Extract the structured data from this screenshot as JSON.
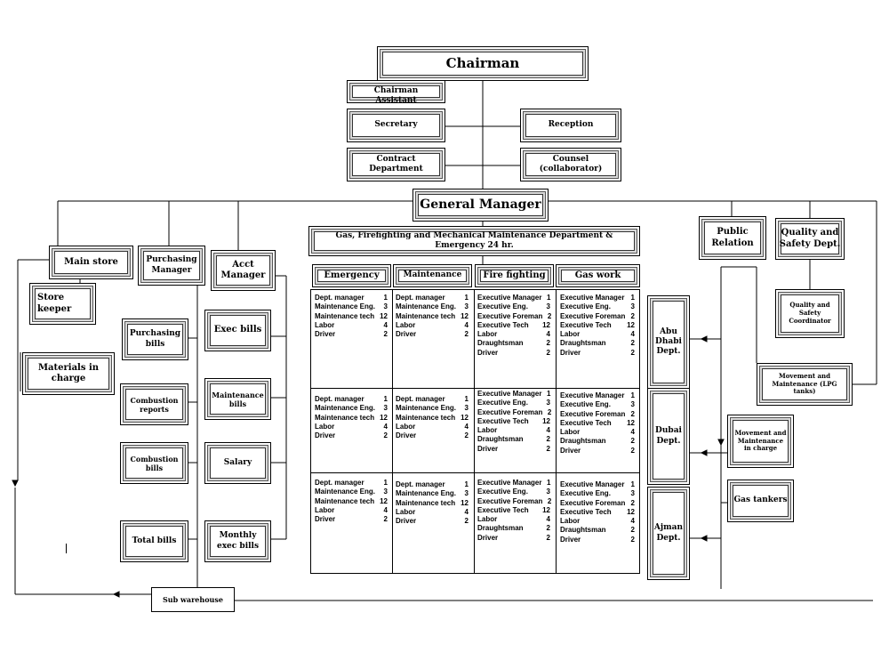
{
  "chart": {
    "chairman": "Chairman",
    "chairman_assistant": "Chairman Assistant",
    "secretary": "Secretary",
    "reception": "Reception",
    "contract_department": "Contract Department",
    "counsel": "Counsel (collaborator)",
    "general_manager": "General Manager",
    "department_title": "Gas, Firefighting and Mechanical Maintenance Department & Emergency 24 hr.",
    "public_relation": "Public Relation",
    "quality_safety_dept": "Quality and Safety Dept.",
    "quality_safety_coordinator": "Quality and Safety Coordinator",
    "movement_lpg": "Movement and Maintenance (LPG tanks)",
    "movement_in_charge": "Movement and Maintenance in charge",
    "gas_tankers": "Gas tankers",
    "main_store": "Main store",
    "store_keeper": "Store keeper",
    "purchasing_manager": "Purchasing Manager",
    "acct_manager": "Acct Manager",
    "materials_in_charge": "Materials in charge",
    "purchasing_bills": "Purchasing bills",
    "combustion_reports": "Combustion reports",
    "combustion_bills": "Combustion bills",
    "total_bills": "Total bills",
    "exec_bills": "Exec bills",
    "maintenance_bills": "Maintenance bills",
    "salary": "Salary",
    "monthly_exec_bills": "Monthly exec bills",
    "sub_warehouse": "Sub warehouse",
    "branch_abu_dhabi": "Abu Dhabi Dept.",
    "branch_dubai": "Dubai Dept.",
    "branch_ajman": "Ajman Dept.",
    "col_emergency": "Emergency",
    "col_maintenance": "Maintenance",
    "col_fire": "Fire fighting",
    "col_gas": "Gas work"
  },
  "staff": {
    "r1": {
      "emergency": [
        [
          "Dept. manager",
          "1"
        ],
        [
          "Maintenance Eng.",
          "3"
        ],
        [
          "Maintenance tech",
          "12"
        ],
        [
          "Labor",
          "4"
        ],
        [
          "Driver",
          "2"
        ]
      ],
      "maintenance": [
        [
          "Dept. manager",
          "1"
        ],
        [
          "Maintenance Eng.",
          "3"
        ],
        [
          "Maintenance tech",
          "12"
        ],
        [
          "Labor",
          "4"
        ],
        [
          "Driver",
          "2"
        ]
      ],
      "fire": [
        [
          "Executive Manager",
          "1"
        ],
        [
          "Executive Eng.",
          "3"
        ],
        [
          "Executive Foreman",
          "2"
        ],
        [
          "Executive Tech",
          "12"
        ],
        [
          "Labor",
          "4"
        ],
        [
          "Draughtsman",
          "2"
        ],
        [
          "Driver",
          "2"
        ]
      ],
      "gas": [
        [
          "Executive Manager",
          "1"
        ],
        [
          "Executive Eng.",
          "3"
        ],
        [
          "Executive Foreman",
          "2"
        ],
        [
          "Executive Tech",
          "12"
        ],
        [
          "Labor",
          "4"
        ],
        [
          "Draughtsman",
          "2"
        ],
        [
          "Driver",
          "2"
        ]
      ]
    },
    "r2": {
      "emergency": [
        [
          "Dept. manager",
          "1"
        ],
        [
          "Maintenance Eng.",
          "3"
        ],
        [
          "Maintenance tech",
          "12"
        ],
        [
          "Labor",
          "4"
        ],
        [
          "Driver",
          "2"
        ]
      ],
      "maintenance": [
        [
          "Dept. manager",
          "1"
        ],
        [
          "Maintenance Eng.",
          "3"
        ],
        [
          "Maintenance tech",
          "12"
        ],
        [
          "Labor",
          "4"
        ],
        [
          "Driver",
          "2"
        ]
      ],
      "fire": [
        [
          "Executive Manager",
          "1"
        ],
        [
          "Executive Eng.",
          "3"
        ],
        [
          "Executive Foreman",
          "2"
        ],
        [
          "Executive Tech",
          "12"
        ],
        [
          "Labor",
          "4"
        ],
        [
          "Draughtsman",
          "2"
        ],
        [
          "Driver",
          "2"
        ]
      ],
      "gas": [
        [
          "Executive Manager",
          "1"
        ],
        [
          "Executive Eng.",
          "3"
        ],
        [
          "Executive Foreman",
          "2"
        ],
        [
          "Executive Tech",
          "12"
        ],
        [
          "Labor",
          "4"
        ],
        [
          "Draughtsman",
          "2"
        ],
        [
          "Driver",
          "2"
        ]
      ]
    },
    "r3": {
      "emergency": [
        [
          "Dept. manager",
          "1"
        ],
        [
          "Maintenance Eng.",
          "3"
        ],
        [
          "Maintenance tech",
          "12"
        ],
        [
          "Labor",
          "4"
        ],
        [
          "Driver",
          "2"
        ]
      ],
      "maintenance": [
        [
          "Dept. manager",
          "1"
        ],
        [
          "Maintenance Eng.",
          "3"
        ],
        [
          "Maintenance tech",
          "12"
        ],
        [
          "Labor",
          "4"
        ],
        [
          "Driver",
          "2"
        ]
      ],
      "fire": [
        [
          "Executive Manager",
          "1"
        ],
        [
          "Executive Eng.",
          "3"
        ],
        [
          "Executive Foreman",
          "2"
        ],
        [
          "Executive Tech",
          "12"
        ],
        [
          "Labor",
          "4"
        ],
        [
          "Draughtsman",
          "2"
        ],
        [
          "Driver",
          "2"
        ]
      ],
      "gas": [
        [
          "Executive Manager",
          "1"
        ],
        [
          "Executive Eng.",
          "3"
        ],
        [
          "Executive Foreman",
          "2"
        ],
        [
          "Executive Tech",
          "12"
        ],
        [
          "Labor",
          "4"
        ],
        [
          "Draughtsman",
          "2"
        ],
        [
          "Driver",
          "2"
        ]
      ]
    }
  }
}
